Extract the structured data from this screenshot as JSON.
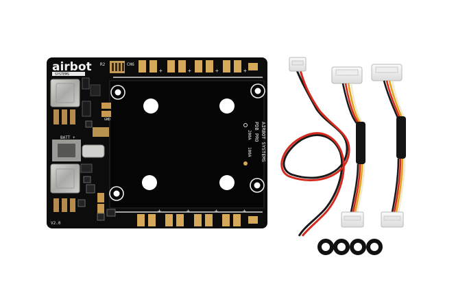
{
  "board": {
    "logo": "airbot",
    "logo_sub": "SYSTEMS",
    "title_line1": "AIRBOT SYSTEMS",
    "title_line2": "PDB PRO",
    "current_100a": "100A",
    "current_200a": "200A",
    "batt_label": "BATT +",
    "version": "V2.0",
    "gnd_label": "GND",
    "r2_label": "R2",
    "sw_label": "CH6"
  },
  "accessories": {
    "power_lead_colors": [
      "#d42a1e",
      "#1a1a1a"
    ],
    "harness_colors": [
      "#1a1a1a",
      "#d42a1e",
      "#e5a11c",
      "#f0ead0"
    ],
    "washer_count": 4
  },
  "colors": {
    "pcb": "#0c0c0c",
    "gold_pad": "#d6a95a",
    "silkscreen": "#e8e8e8",
    "background": "#ffffff"
  }
}
